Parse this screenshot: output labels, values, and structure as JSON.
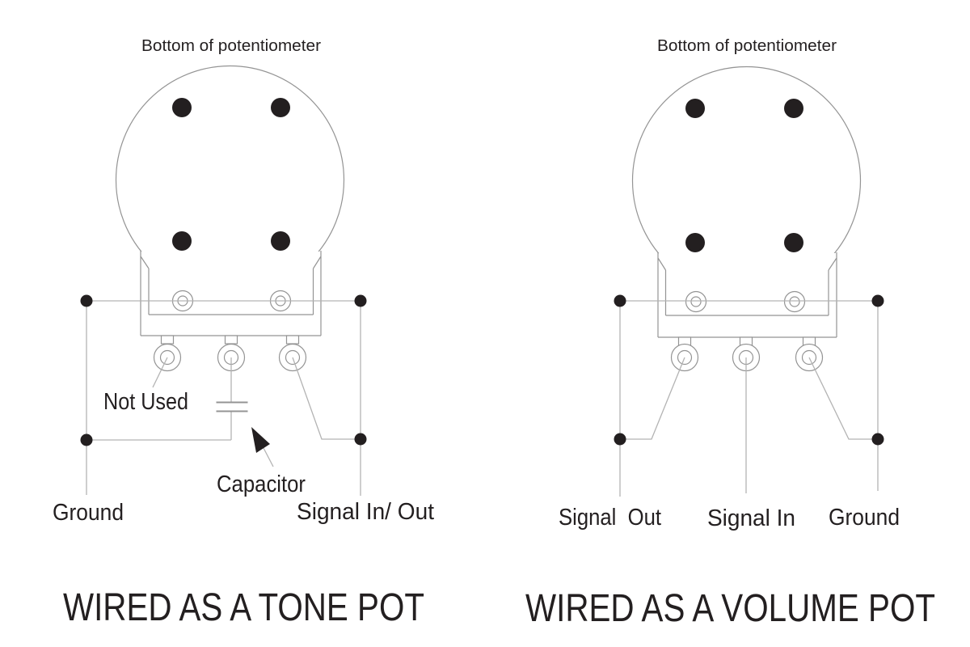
{
  "colors": {
    "ink": "#231f20",
    "outline": "#949494",
    "wire": "#b3b3b3",
    "background": "#ffffff"
  },
  "diagrams": [
    {
      "header": "Bottom of potentiometer",
      "title": "WIRED AS A TONE POT",
      "labels": {
        "lug1": "Not Used",
        "capacitor": "Capacitor",
        "ground": "Ground",
        "signal_in_out": "Signal In/ Out"
      },
      "icons": {
        "pointer": "cursor-arrow-icon"
      }
    },
    {
      "header": "Bottom of potentiometer",
      "title": "WIRED AS A VOLUME POT",
      "labels": {
        "signal_out": "Signal  Out",
        "signal_in": "Signal In",
        "ground": "Ground"
      }
    }
  ]
}
